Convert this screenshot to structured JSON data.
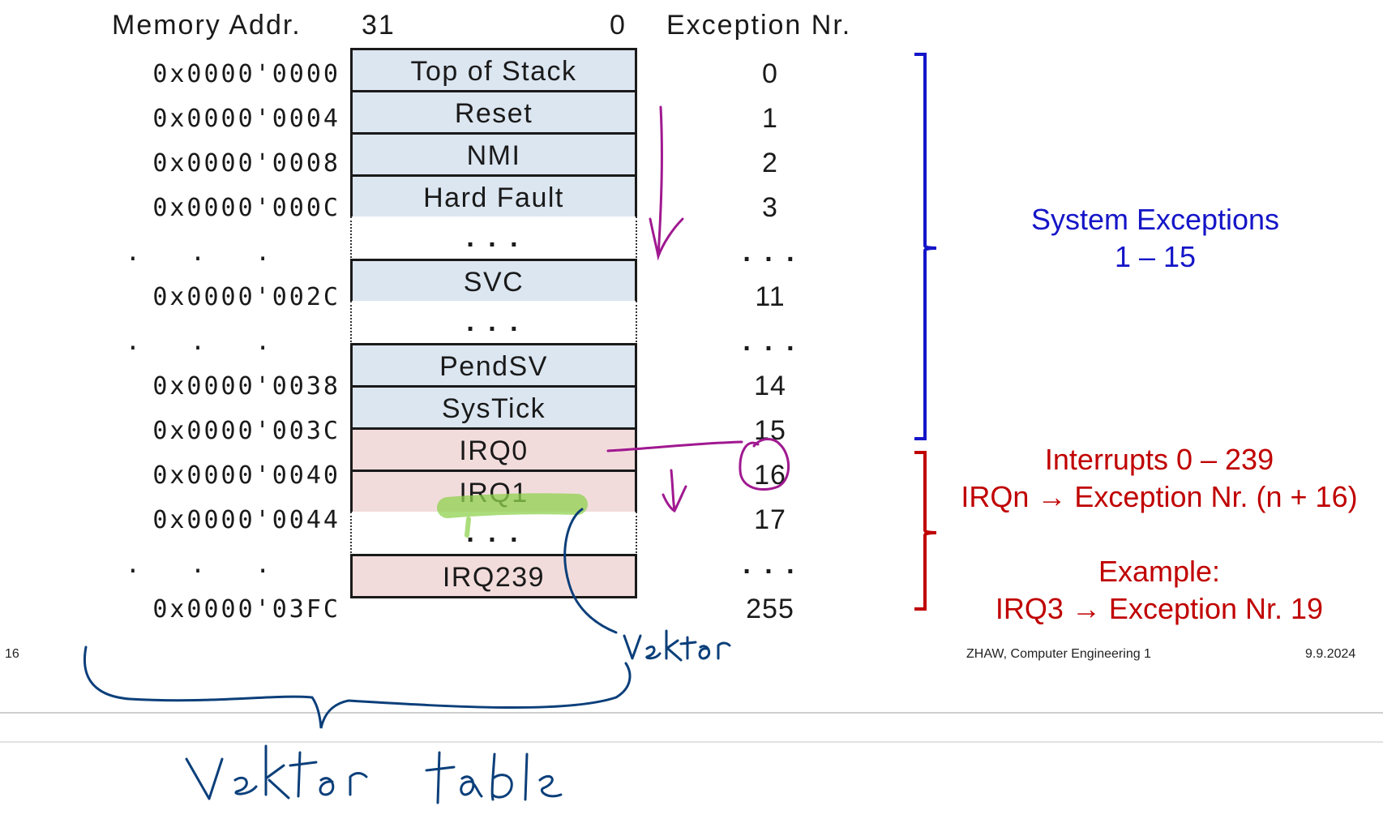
{
  "header": {
    "memory_addr": "Memory Addr.",
    "bit_high": "31",
    "bit_low": "0",
    "exception_nr": "Exception Nr."
  },
  "rows": [
    {
      "address": "0x0000'0000",
      "label": "Top of Stack",
      "exception": "0",
      "kind": "sys"
    },
    {
      "address": "0x0000'0004",
      "label": "Reset",
      "exception": "1",
      "kind": "sys"
    },
    {
      "address": "0x0000'0008",
      "label": "NMI",
      "exception": "2",
      "kind": "sys"
    },
    {
      "address": "0x0000'000C",
      "label": "Hard Fault",
      "exception": "3",
      "kind": "sys"
    },
    {
      "address": ". . .",
      "label": ". . .",
      "exception": ". . .",
      "kind": "gap"
    },
    {
      "address": "0x0000'002C",
      "label": "SVC",
      "exception": "11",
      "kind": "sys"
    },
    {
      "address": ". . .",
      "label": ". . .",
      "exception": ". . .",
      "kind": "gap"
    },
    {
      "address": "0x0000'0038",
      "label": "PendSV",
      "exception": "14",
      "kind": "sys"
    },
    {
      "address": "0x0000'003C",
      "label": "SysTick",
      "exception": "15",
      "kind": "sys"
    },
    {
      "address": "0x0000'0040",
      "label": "IRQ0",
      "exception": "16",
      "kind": "irq"
    },
    {
      "address": "0x0000'0044",
      "label": "IRQ1",
      "exception": "17",
      "kind": "irq"
    },
    {
      "address": ". . .",
      "label": ". . .",
      "exception": ". . .",
      "kind": "gap"
    },
    {
      "address": "0x0000'03FC",
      "label": "IRQ239",
      "exception": "255",
      "kind": "irq"
    }
  ],
  "system_exceptions": {
    "line1": "System Exceptions",
    "line2": "1 – 15"
  },
  "interrupts": {
    "line1": "Interrupts 0 – 239",
    "line2": "IRQn → Exception Nr. (n + 16)"
  },
  "example": {
    "line1": "Example:",
    "line2": "IRQ3 → Exception Nr. 19"
  },
  "footer": {
    "page": "16",
    "organization": "ZHAW, Computer Engineering 1",
    "date": "9.9.2024"
  },
  "handwriting": {
    "vektor": "vektor",
    "vektor_table": "vektor table"
  },
  "colors": {
    "system_fill": "#dce6f1",
    "irq_fill": "#f2dcdb",
    "system_text": "#1515c8",
    "irq_text": "#c00000",
    "pen_magenta": "#a01890",
    "pen_blue": "#0b3f7a",
    "highlighter_green": "#8fd14f"
  }
}
